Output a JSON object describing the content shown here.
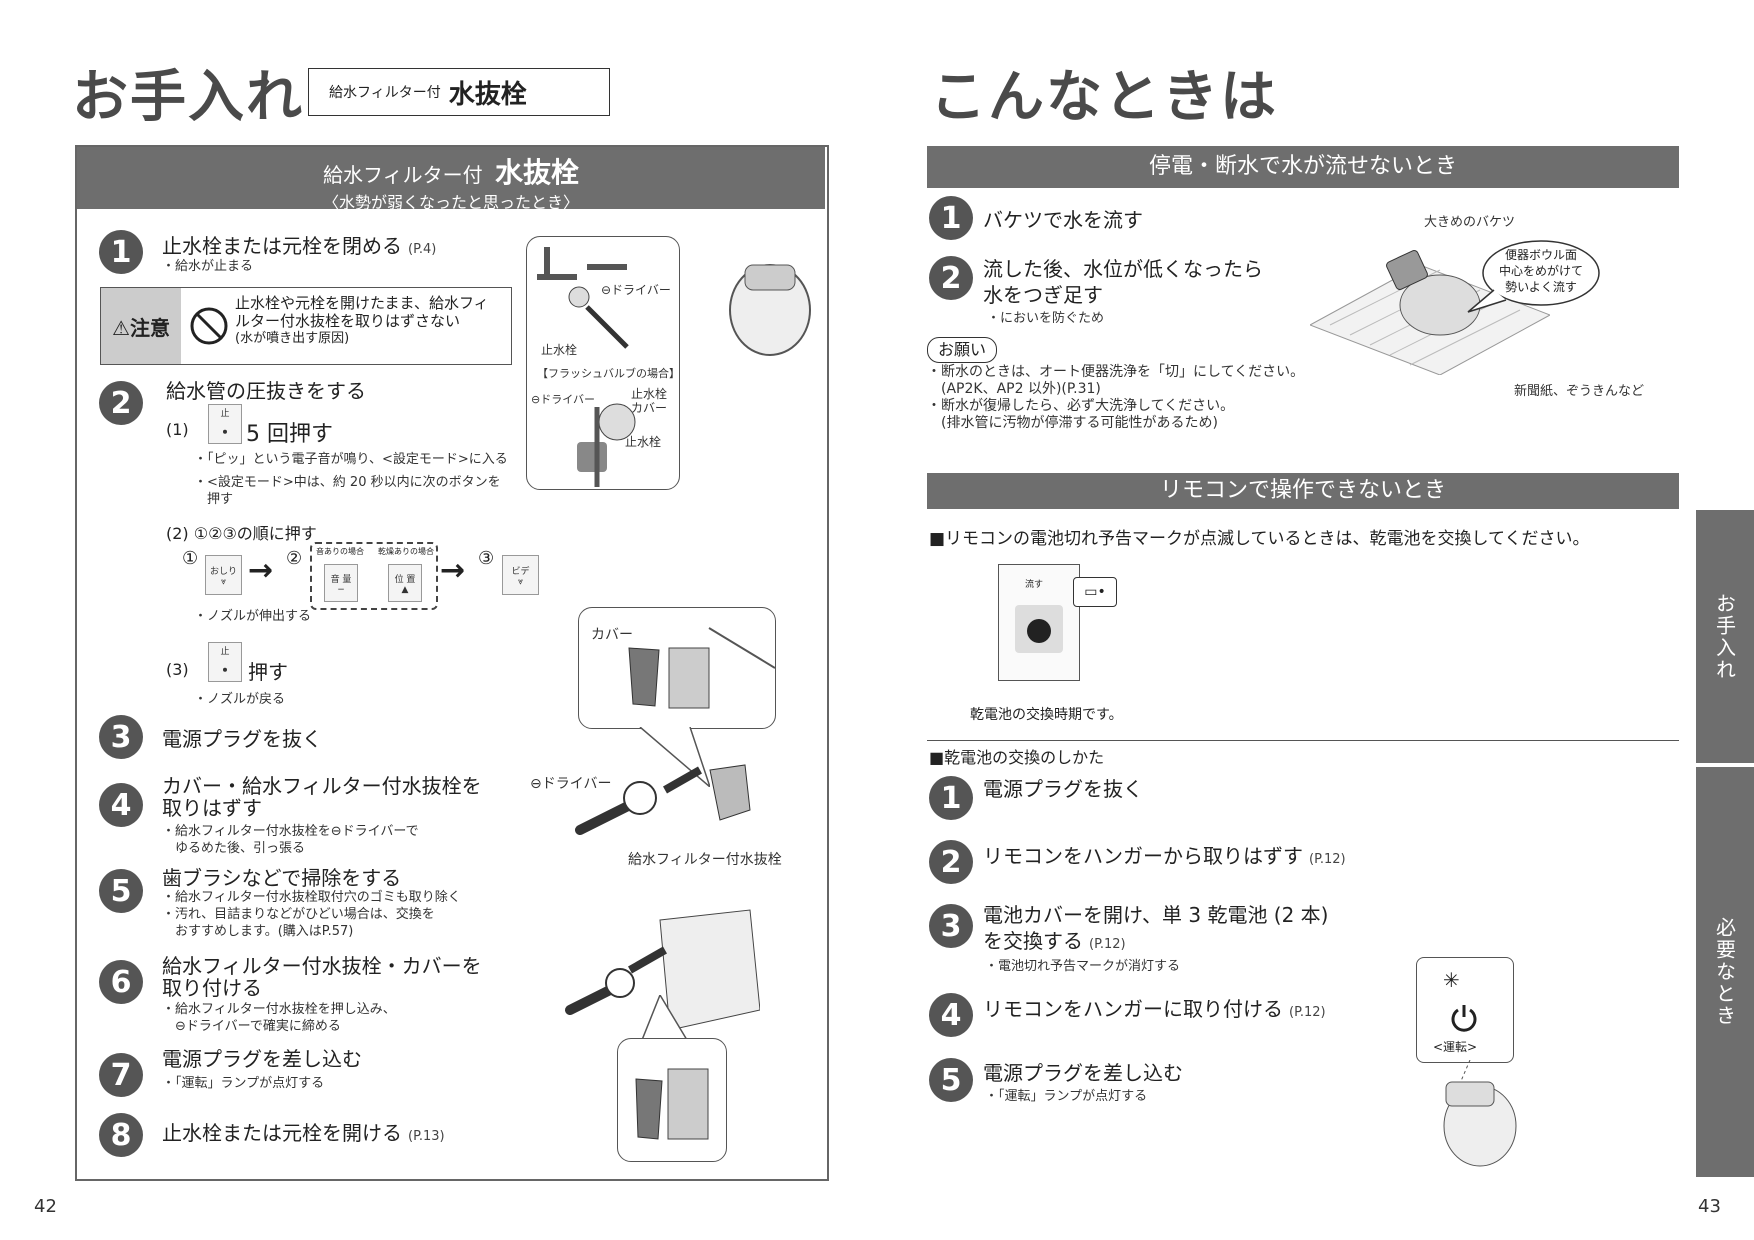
{
  "left": {
    "title": "お手入れ",
    "title_box_small": "給水フィルター付",
    "title_box_big": "水抜栓",
    "band_small": "給水フィルター付",
    "band_big": "水抜栓",
    "band_sub": "〈水勢が弱くなったと思ったとき〉",
    "steps": [
      {
        "num": "1",
        "title": "止水栓または元栓を閉める",
        "ref": "(P.4)",
        "notes": [
          "・給水が止まる"
        ]
      },
      {
        "num": "2",
        "title": "給水管の圧抜きをする"
      },
      {
        "num": "3",
        "title": "電源プラグを抜く"
      },
      {
        "num": "4",
        "title": "カバー・給水フィルター付水抜栓を",
        "title2": "取りはずす",
        "notes": [
          "・給水フィルター付水抜栓を⊖ドライバーで",
          "　ゆるめた後、引っ張る"
        ]
      },
      {
        "num": "5",
        "title": "歯ブラシなどで掃除をする",
        "notes": [
          "・給水フィルター付水抜栓取付穴のゴミも取り除く",
          "・汚れ、目詰まりなどがひどい場合は、交換を",
          "　おすすめします。(購入はP.57)"
        ]
      },
      {
        "num": "6",
        "title": "給水フィルター付水抜栓・カバーを",
        "title2": "取り付ける",
        "notes": [
          "・給水フィルター付水抜栓を押し込み、",
          "　⊖ドライバーで確実に締める"
        ]
      },
      {
        "num": "7",
        "title": "電源プラグを差し込む",
        "notes": [
          "・「運転」ランプが点灯する"
        ]
      },
      {
        "num": "8",
        "title": "止水栓または元栓を開ける",
        "ref": "(P.13)"
      }
    ],
    "caution_label": "⚠注意",
    "caution_text": [
      "止水栓や元栓を開けたまま、給水フィ",
      "ルター付水抜栓を取りはずさない",
      "(水が噴き出す原因)"
    ],
    "sub1_label": "(1)",
    "sub1_text": "5 回押す",
    "sub1_notes": [
      "・「ピッ」という電子音が鳴り、<設定モード>に入る",
      "・<設定モード>中は、約 20 秒以内に次のボタンを",
      "　押す"
    ],
    "sub2_label": "(2) ①②③の順に押す",
    "sub2_circ1": "①",
    "sub2_circ2": "②",
    "sub2_circ3": "③",
    "sub2_note": "・ノズルが伸出する",
    "sub3_label": "(3)",
    "sub3_text": "押す",
    "sub3_note": "・ノズルが戻る",
    "btn_stop": "止",
    "btn_oshiri": "おしり",
    "btn_bide": "ビデ",
    "btn_onryo": "音 量",
    "btn_ichi": "位 置",
    "btn_onryo_cap": "音ありの場合",
    "btn_ichi_cap": "乾燥ありの場合",
    "fig1_labels": {
      "driver": "⊖ドライバー",
      "shisui": "止水栓",
      "flush": "【フラッシュバルブの場合】",
      "driver2": "⊖ドライバー",
      "shisui_cover": "止水栓",
      "cover": "カバー",
      "shisui2": "止水栓"
    },
    "fig2_labels": {
      "cover": "カバー",
      "driver": "⊖ドライバー",
      "filter": "給水フィルター付水抜栓"
    },
    "page_number": "42"
  },
  "right": {
    "title": "こんなときは",
    "band1": "停電・断水で水が流せないとき",
    "s1": [
      {
        "num": "1",
        "title": "バケツで水を流す"
      },
      {
        "num": "2",
        "title": "流した後、水位が低くなったら",
        "title2": "水をつぎ足す",
        "notes": [
          "・においを防ぐため"
        ]
      }
    ],
    "onegai": "お願い",
    "onegai_notes": [
      "・断水のときは、オート便器洗浄を「切」にしてください。",
      "　(AP2K、AP2 以外)(P.31)",
      "・断水が復帰したら、必ず大洗浄してください。",
      "　(排水管に汚物が停滞する可能性があるため)"
    ],
    "bucket_labels": {
      "bucket": "大きめのバケツ",
      "bubble": [
        "便器ボウル面",
        "中心をめがけて",
        "勢いよく流す"
      ],
      "paper": "新聞紙、ぞうきんなど"
    },
    "band2": "リモコンで操作できないとき",
    "battery_msg": "■リモコンの電池切れ予告マークが点滅しているときは、乾電池を交換してください。",
    "remote_top": "流す",
    "battery_caption": "乾電池の交換時期です。",
    "replace_head": "■乾電池の交換のしかた",
    "s2": [
      {
        "num": "1",
        "title": "電源プラグを抜く"
      },
      {
        "num": "2",
        "title": "リモコンをハンガーから取りはずす",
        "ref": "(P.12)"
      },
      {
        "num": "3",
        "title": "電池カバーを開け、単 3 乾電池 (2 本)",
        "title2": "を交換する",
        "ref": "(P.12)",
        "notes": [
          "・電池切れ予告マークが消灯する"
        ]
      },
      {
        "num": "4",
        "title": "リモコンをハンガーに取り付ける",
        "ref": "(P.12)"
      },
      {
        "num": "5",
        "title": "電源プラグを差し込む",
        "notes": [
          "・「運転」ランプが点灯する"
        ]
      }
    ],
    "unten": "<運転>",
    "tab1": "お手入れ",
    "tab2": "必要なとき",
    "page_number": "43"
  }
}
